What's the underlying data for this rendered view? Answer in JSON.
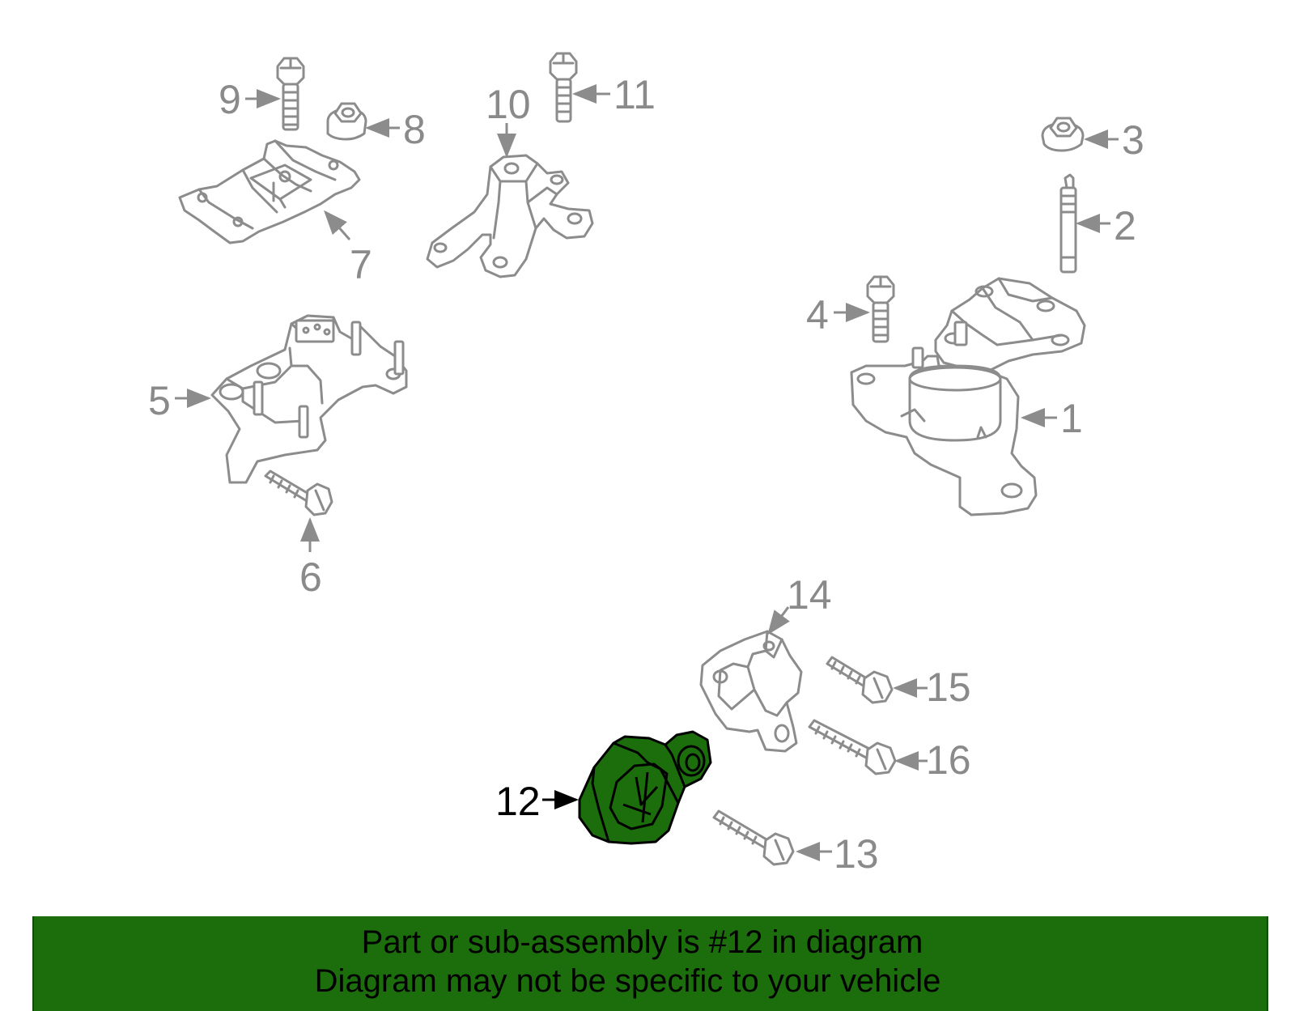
{
  "diagram": {
    "callouts": {
      "c1": "1",
      "c2": "2",
      "c3": "3",
      "c4": "4",
      "c5": "5",
      "c6": "6",
      "c7": "7",
      "c8": "8",
      "c9": "9",
      "c10": "10",
      "c11": "11",
      "c12": "12",
      "c13": "13",
      "c14": "14",
      "c15": "15",
      "c16": "16"
    },
    "highlight_color": "#1c6e0c",
    "line_color": "#8c8c8c"
  },
  "banner": {
    "line1": "Part or sub-assembly is #12 in diagram",
    "line2": "Diagram may not be specific to your vehicle",
    "background": "#1c6e0c"
  }
}
